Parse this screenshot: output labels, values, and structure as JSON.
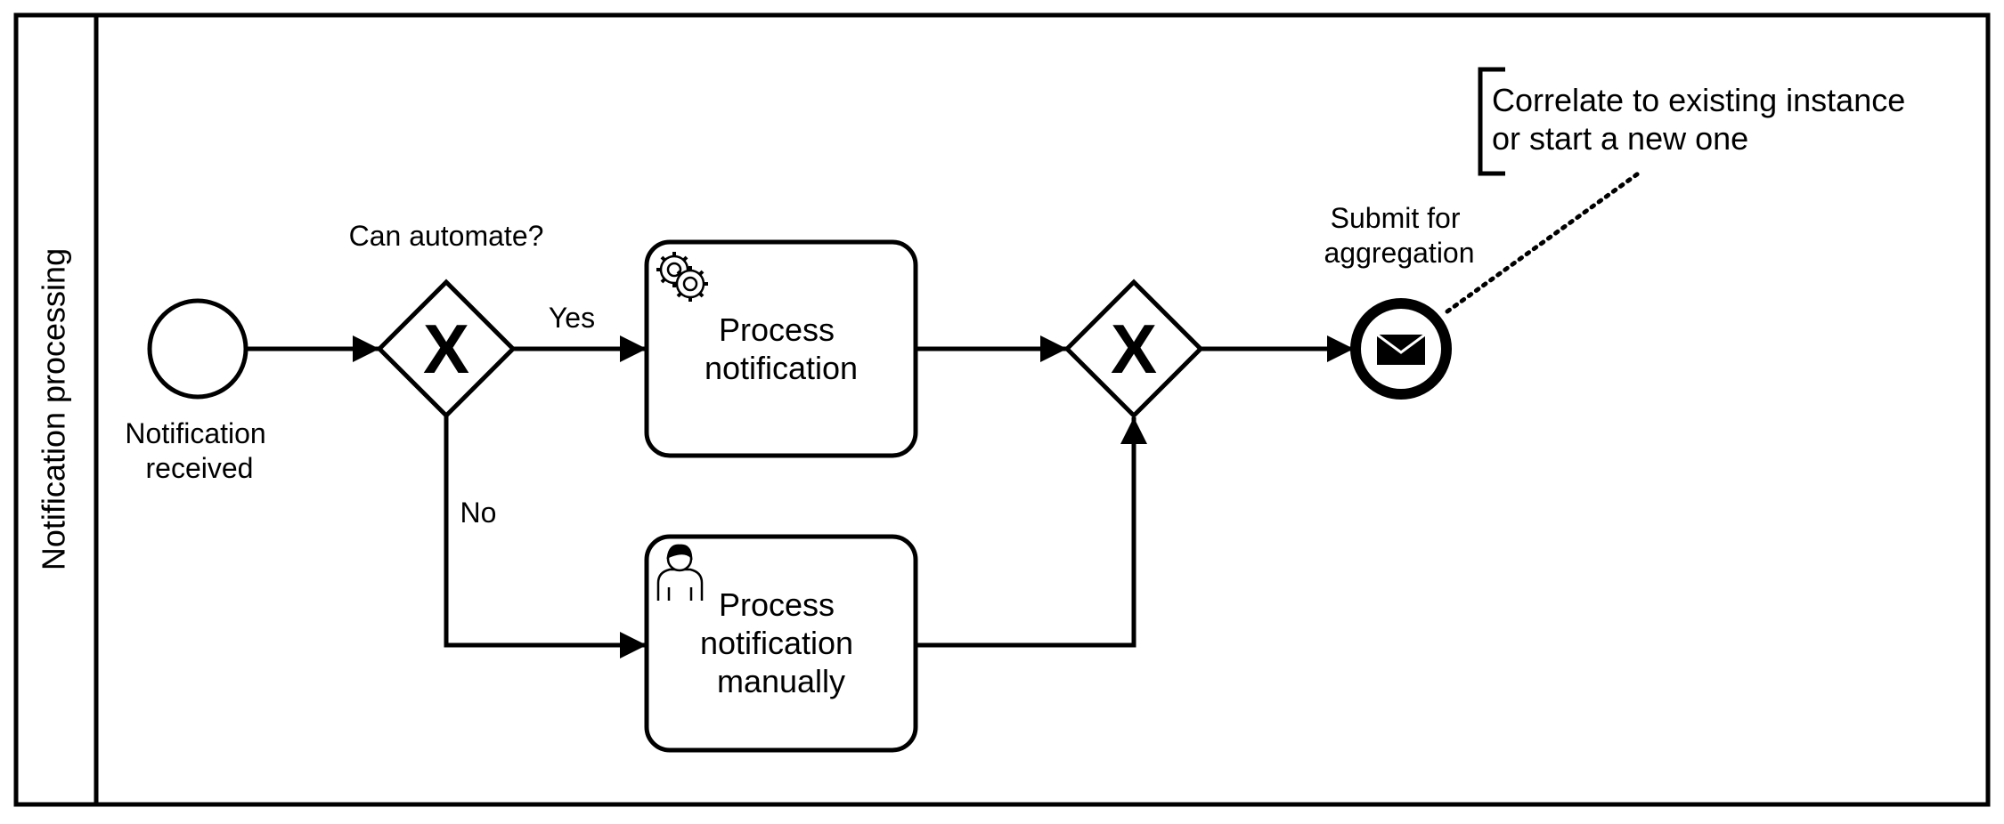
{
  "pool": {
    "label": "Notification processing"
  },
  "start_event": {
    "label_lines": [
      "Notification",
      "received"
    ]
  },
  "gateway_split": {
    "label": "Can automate?",
    "marker": "X"
  },
  "flows": {
    "yes_label": "Yes",
    "no_label": "No"
  },
  "task_auto": {
    "icon": "gear-icon",
    "label_lines": [
      "Process",
      "notification"
    ]
  },
  "task_manual": {
    "icon": "user-icon",
    "label_lines": [
      "Process",
      "notification",
      "manually"
    ]
  },
  "gateway_join": {
    "marker": "X"
  },
  "end_event": {
    "icon": "envelope-icon",
    "label_lines": [
      "Submit for",
      "aggregation"
    ]
  },
  "annotation": {
    "lines": [
      "Correlate to existing instance",
      "or start a new one"
    ]
  }
}
